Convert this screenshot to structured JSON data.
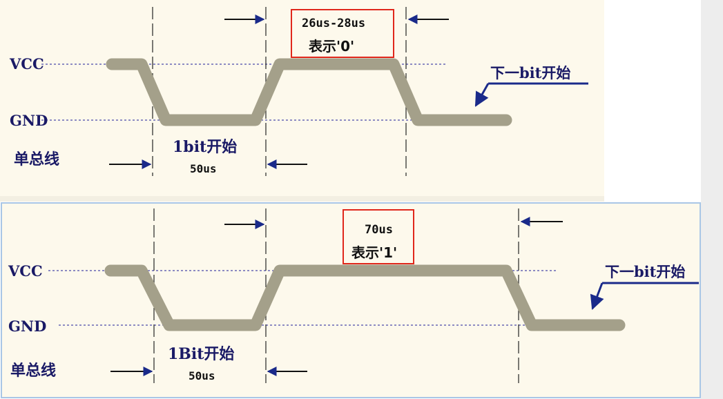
{
  "panel_zero": {
    "vcc_label": "VCC",
    "gnd_label": "GND",
    "bus_label": "单总线",
    "start_label": "1bit开始",
    "low_time_label": "50us",
    "high_time_label": "26us-28us",
    "meaning_label": "表示'0'",
    "next_bit_label": "下一bit开始"
  },
  "panel_one": {
    "vcc_label": "VCC",
    "gnd_label": "GND",
    "bus_label": "单总线",
    "start_label": "1Bit开始",
    "low_time_label": "50us",
    "high_time_label": "70us",
    "meaning_label": "表示'1'",
    "next_bit_label": "下一bit开始"
  },
  "colors": {
    "panel_bg": "#fdf9ec",
    "waveform": "#a4a08a",
    "label": "#1a1a66",
    "highlight_box": "#e0271b",
    "arrow": "#1a2a8a",
    "sidebar": "#ededed"
  }
}
